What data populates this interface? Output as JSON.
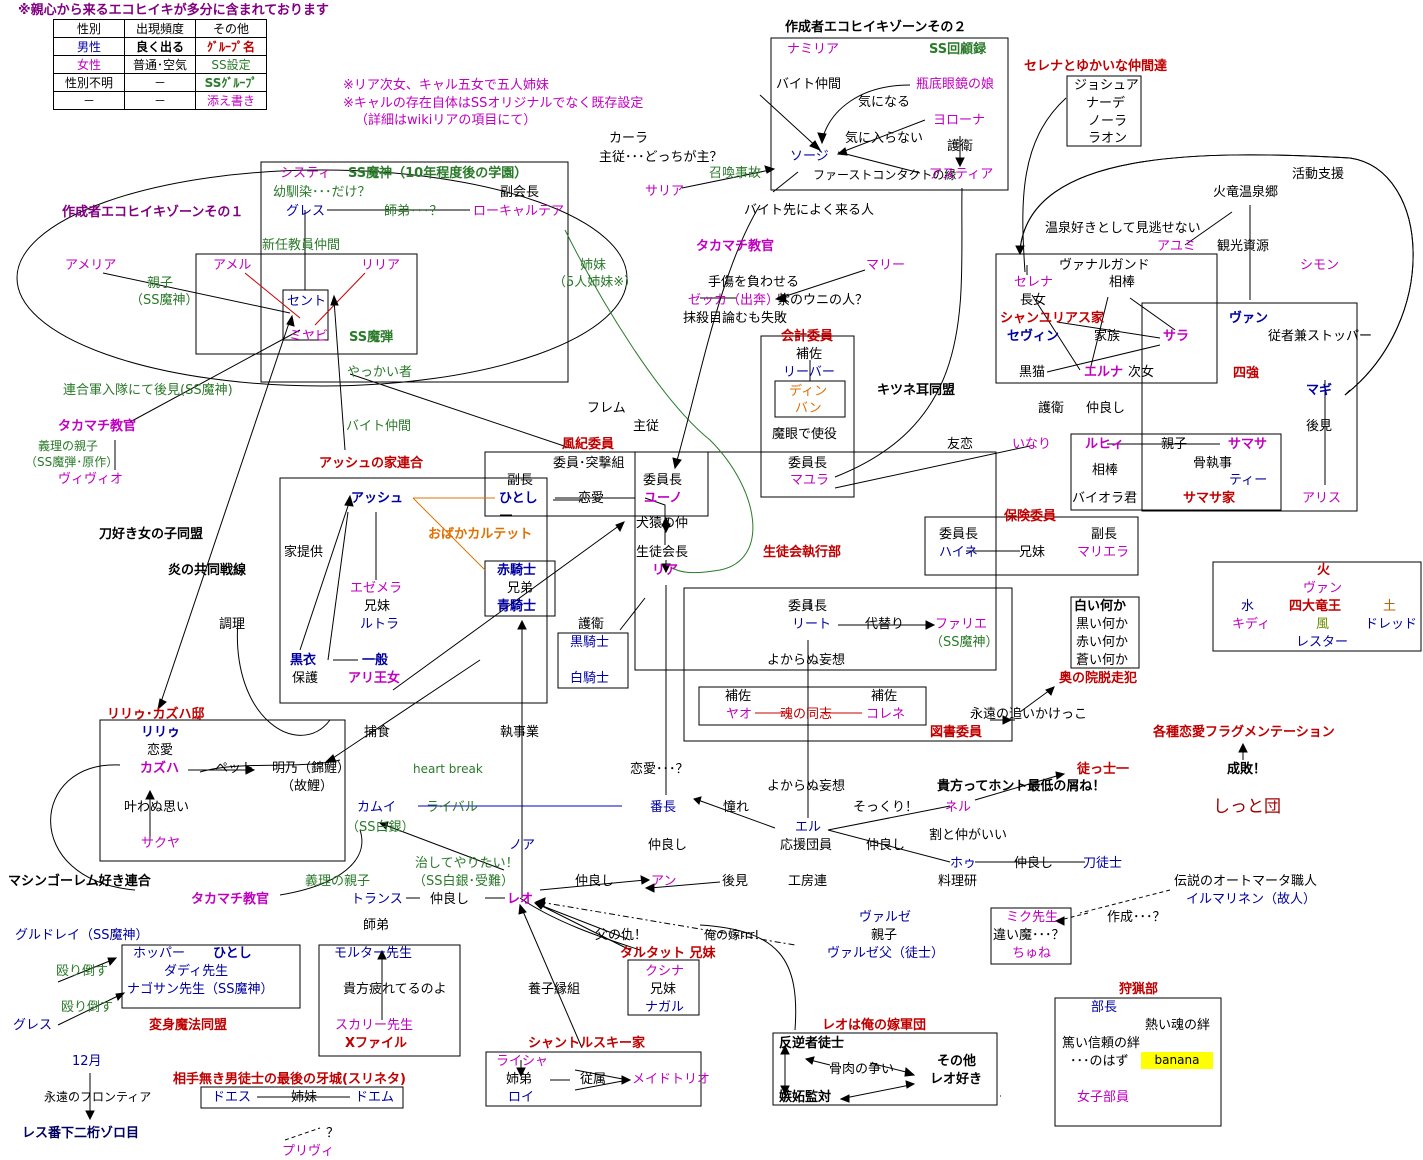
{
  "header_note": "※親心から来るエコヒイキが多分に含まれております",
  "legend": [
    [
      "性別",
      "出現頻度",
      "その他"
    ],
    [
      "男性",
      "良く出る",
      "ｸﾞﾙｰﾌﾟ名"
    ],
    [
      "女性",
      "普通･空気",
      "SS設定"
    ],
    [
      "性別不明",
      "－",
      "SSｸﾞﾙｰﾌﾟ"
    ],
    [
      "－",
      "－",
      "添え書き"
    ]
  ],
  "notes": [
    "※リア次女、キャル五女で五人姉妹",
    "※キャルの存在自体はSSオリジナルでなく既存設定",
    "（詳細はwikiリアの項目にて）"
  ],
  "texts": {
    "creator1": "作成者エコヒイキゾーンその１",
    "shisuti": "システィ",
    "ssmajin10": "SS魔神（10年程度後の学園）",
    "osananajimi": "幼馴染･･･だけ？",
    "fukukaicho1": "副会長",
    "gures": "グレス",
    "shitei": "師弟･･･？",
    "lokaruteria": "ローキャルテア",
    "shinnin": "新任教員仲間",
    "amelia": "アメリア",
    "oyako1": "親子",
    "ssmajin_p": "（SS魔神）",
    "ameru": "アメル",
    "riria": "リリア",
    "sento": "セント",
    "miyabi": "ミヤビ",
    "ssmadan": "SS魔弾",
    "shimai": "姉妹",
    "shimai5": "（5人姉妹※）",
    "yakkai": "やっかい者",
    "rengou": "連合軍入隊にて後見(SS魔神)",
    "takamachi1": "タカマチ教官",
    "giri_oyako1": "義理の親子",
    "ssmadan_gen": "（SS魔弾･原作）",
    "vivio": "ヴィヴィオ",
    "baito2": "バイト仲間",
    "creator2": "作成者エコヒイキゾーンその２",
    "namiria": "ナミリア",
    "sskaikoroku": "SS回顧録",
    "baitonaka": "バイト仲間",
    "binzoko": "瓶底眼鏡の娘",
    "kininaru": "気になる",
    "kinikuwanai": "気に入らない",
    "yorona": "ヨローナ",
    "goei1": "護衛",
    "soji": "ソージ",
    "firstcontact": "ファーストコンタクトの縁",
    "asutia": "アスティア",
    "kara": "カーラ",
    "shujuu": "主従･･･どっちが主？",
    "saria": "サリア",
    "shoukan": "召喚事故",
    "baitosaki": "バイト先によく来る人",
    "takamachi2": "タカマチ教官",
    "serena_title": "セレナとゆかいな仲間達",
    "joshua": "ジョシュア",
    "nade": "ナーデ",
    "nora": "ノーラ",
    "raon": "ラオン",
    "katsudou": "活動支援",
    "karyu_onsen": "火竜温泉郷",
    "onsen_zuki": "温泉好きとして見逃せない",
    "ayumi": "アユミ",
    "kankou": "観光資源",
    "vanargand": "ヴァナルガンド",
    "serena": "セレナ",
    "aibou1": "相棒",
    "chojo": "長女",
    "shanyurias": "シャンユリアス家",
    "sevin": "セヴィン",
    "kazoku": "家族",
    "sara": "サラ",
    "kuroneko": "黒猫",
    "eruna": "エルナ",
    "jijo": "次女",
    "van": "ヴァン",
    "jusha": "従者兼ストッパー",
    "shimon": "シモン",
    "yonkyou": "四強",
    "magi": "マギ",
    "goei2": "護衛",
    "nakayoshi1": "仲良し",
    "kouken1": "後見",
    "arisu": "アリス",
    "yujou": "友恋",
    "inari": "いなり",
    "ruhi": "ルヒィ",
    "oyako2": "親子",
    "samasa": "サマサ",
    "honekkotsu": "骨執事",
    "aibou2": "相棒",
    "ti": "ティー",
    "baiorakun": "バイオラ君",
    "samasake": "サマサ家",
    "teoi": "手傷を負わせる",
    "mari": "マリー",
    "zekka": "ゼッカ（出奔）",
    "murasaki": "紫のウニの人？",
    "massatsu": "抹殺目論むも失敗",
    "kaikei": "会計委員",
    "hosa1": "補佐",
    "riba": "リーバー",
    "din": "ディン",
    "ban": "バン",
    "magan": "魔眼で使役",
    "iincho1": "委員長",
    "mayura": "マユラ",
    "kitsune": "キツネ耳同盟",
    "furemu": "フレム",
    "shuju": "主従",
    "fuuki": "風紀委員",
    "iin_totsugeki": "委員･突撃組",
    "fukucho2": "副長",
    "hitoshi1": "ひとし",
    "renai1": "恋愛",
    "iincho2": "委員長",
    "yuno": "ユーノ",
    "kenen": "犬猿の仲",
    "seitokaicho": "生徒会長",
    "ria": "リア",
    "seitokai": "生徒会執行部",
    "hoken": "保険委員",
    "iincho3": "委員長",
    "fukucho3": "副長",
    "haine": "ハイネ",
    "kyoudai1": "兄妹",
    "marierra": "マリエラ",
    "ash_rengou": "アッシュの家連合",
    "ash": "アッシュ",
    "obaka": "おばかカルテット",
    "iekyouyou": "家提供",
    "akakishi": "赤騎士",
    "kyoudai2": "兄弟",
    "aokishi": "青騎士",
    "goei3": "護衛",
    "kurokishi": "黒騎士",
    "shirokishi": "白騎士",
    "ezemera": "エゼメラ",
    "kyomai": "兄妹",
    "rutora": "ルトラ",
    "kuroi": "黒衣",
    "ippan": "一般",
    "hogo": "保護",
    "arioujo": "アリ王女",
    "chouri": "調理",
    "katana_doumei": "刀好き女の子同盟",
    "honou": "炎の共同戦線",
    "iincho4": "委員長",
    "rito": "リート",
    "kawari": "代替り",
    "farie": "ファリエ",
    "ssmajin3": "（SS魔神）",
    "yokaranu1": "よからぬ妄想",
    "hosa2": "補佐",
    "hosa3": "補佐",
    "yao": "ヤオ",
    "tamashii": "魂の同志",
    "korene": "コレネ",
    "toshoiin": "図書委員",
    "eien": "永遠の追いかけっこ",
    "shiroi": "白い何か",
    "kuroi2": "黒い何か",
    "akai": "赤い何か",
    "aoi": "蒼い何か",
    "okunoin": "奥の院脱走犯",
    "hi": "火",
    "van2": "ヴァン",
    "mizu": "水",
    "yondai": "四大竜王",
    "tsuchi": "土",
    "kidi": "キディ",
    "kaze": "風",
    "dreddo": "ドレッド",
    "resuta": "レスター",
    "renai_frag": "各種恋愛フラグメンテーション",
    "joubutsu": "成敗！",
    "shitto": "しっと団",
    "ririu_tei": "リリゥ･カズハ邸",
    "ririu": "リリゥ",
    "renai2": "恋愛",
    "kazuha": "カズハ",
    "petto": "ペット",
    "akino": "明乃（錦鯉）",
    "koi": "（故鯉）",
    "kanawanu": "叶わぬ思い",
    "sakuya": "サクヤ",
    "hoshoku": "捕食",
    "shitsuji": "執事業",
    "heartbreak": "heart break",
    "kamui": "カムイ",
    "ssshirogin": "（SS白銀）",
    "raibaru": "ライバル",
    "banchou": "番長",
    "akogare": "憧れ",
    "renai3": "恋愛･･･？",
    "yokaranu2": "よからぬ妄想",
    "kisama": "貴方ってホント最低の屑ね！",
    "toshi": "徒っ士一",
    "neru": "ネル",
    "sokkuri": "そっくり！",
    "eru": "エル",
    "ouendan": "応援団員",
    "nakayoshi2": "仲良し",
    "nakayoshi3": "仲良し",
    "wari": "割と仲がいい",
    "hou": "ホゥ",
    "nakayoshi4": "仲良し",
    "katanatoshi": "刀徒士",
    "ryourikan": "料理研",
    "noa": "ノア",
    "naoshite": "治してやりたい！",
    "ssshiro_jusou": "（SS白銀･受難）",
    "nakayoshi5": "仲良し",
    "an": "アン",
    "kouken2": "後見",
    "koubouren": "工房連",
    "densetsu": "伝説のオートマータ職人",
    "irumarinen": "イルマリネン（故人）",
    "machine": "マシンゴーレム好き連合",
    "giri_oyako2": "義理の親子",
    "takamachi3": "タカマチ教官",
    "toransu": "トランス",
    "nakayoshi6": "仲良し",
    "reo": "レオ",
    "chichi": "父の仇！",
    "oreyome": "俺の嫁rrr!",
    "taruta": "タルタット 兄妹",
    "kushina": "クシナ",
    "kyomai2": "兄妹",
    "nagaru": "ナガル",
    "varuze": "ヴァルゼ",
    "oyako3": "親子",
    "varuzefu": "ヴァルゼ父（徒士）",
    "miku": "ミク先生",
    "chigaima": "違い魔･･･？",
    "chine": "ちゅね",
    "sakusei": "作成･･･？",
    "gurudorei": "グルドレイ（SS魔神）",
    "hoppa": "ホッパー",
    "hitoshi2": "ひとし",
    "dadi": "ダディ先生",
    "nagosan": "ナゴサン先生（SS魔神）",
    "naguritaosu1": "殴り倒す",
    "naguritaosu2": "殴り倒す",
    "gures2": "グレス",
    "henshin": "変身魔法同盟",
    "shitei2": "師弟",
    "moruta": "モルター先生",
    "anata_tsukare": "貴方疲れてるのよ",
    "sukari": "スカリー先生",
    "xfile": "Xファイル",
    "youshi": "養子縁組",
    "shantoru": "シャントルスキー家",
    "raisha": "ライシャ",
    "shitei3": "姉弟",
    "roi": "ロイ",
    "juuzoku": "従属",
    "maido": "メイドトリオ",
    "reo_yome": "レオは俺の嫁軍団",
    "hangyaku": "反逆者徒士",
    "kotsuniku": "骨肉の争い",
    "sonota": "その他",
    "reozuki": "レオ好き",
    "shitto_kan": "嫉妬監対",
    "karyoubu": "狩猟部",
    "bucho": "部長",
    "atsui": "熱い魂の絆",
    "atsuki_shinrai": "篤い信頼の絆",
    "noha": "･･･のはず",
    "banana": "banana",
    "joshibuin": "女子部員",
    "juunigatsu": "12月",
    "eien_frontier": "永遠のフロンティア",
    "lesuban": "レス番下二桁ゾロ目",
    "aiteshi": "相手無き男徒士の最後の牙城(スリネタ)",
    "doesu": "ドエス",
    "shimai2": "姉妹",
    "doemu": "ドエム",
    "q": "？",
    "puriva": "プリヴィ"
  },
  "colors": {
    "male": "#0000a0",
    "female": "#c000c0",
    "group": "#c00000",
    "ss": "#2a7a2a",
    "orange": "#e07000"
  }
}
